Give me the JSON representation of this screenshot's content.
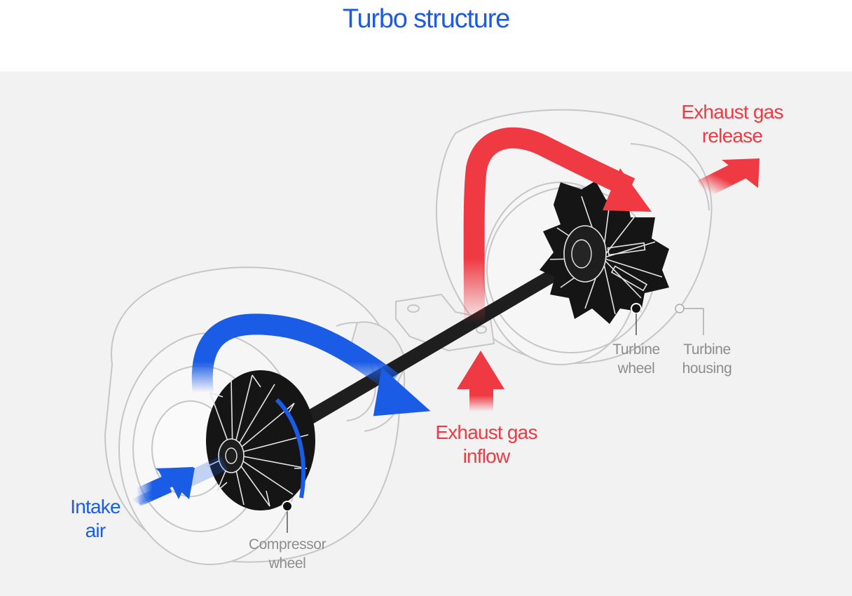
{
  "title": "Turbo structure",
  "colors": {
    "intake": "#1a5ce6",
    "exhaust": "#ef3a44",
    "housing_outline": "#c6c6c6",
    "shaft": "#1e1e1e",
    "background": "#f2f2f2"
  },
  "labels": {
    "intake_air": [
      "Intake",
      "air"
    ],
    "exhaust_inflow": [
      "Exhaust gas",
      "inflow"
    ],
    "exhaust_release": [
      "Exhaust gas",
      "release"
    ],
    "compressor_wheel": [
      "Compressor",
      "wheel"
    ],
    "turbine_wheel": [
      "Turbine",
      "wheel"
    ],
    "turbine_housing": [
      "Turbine",
      "housing"
    ]
  }
}
